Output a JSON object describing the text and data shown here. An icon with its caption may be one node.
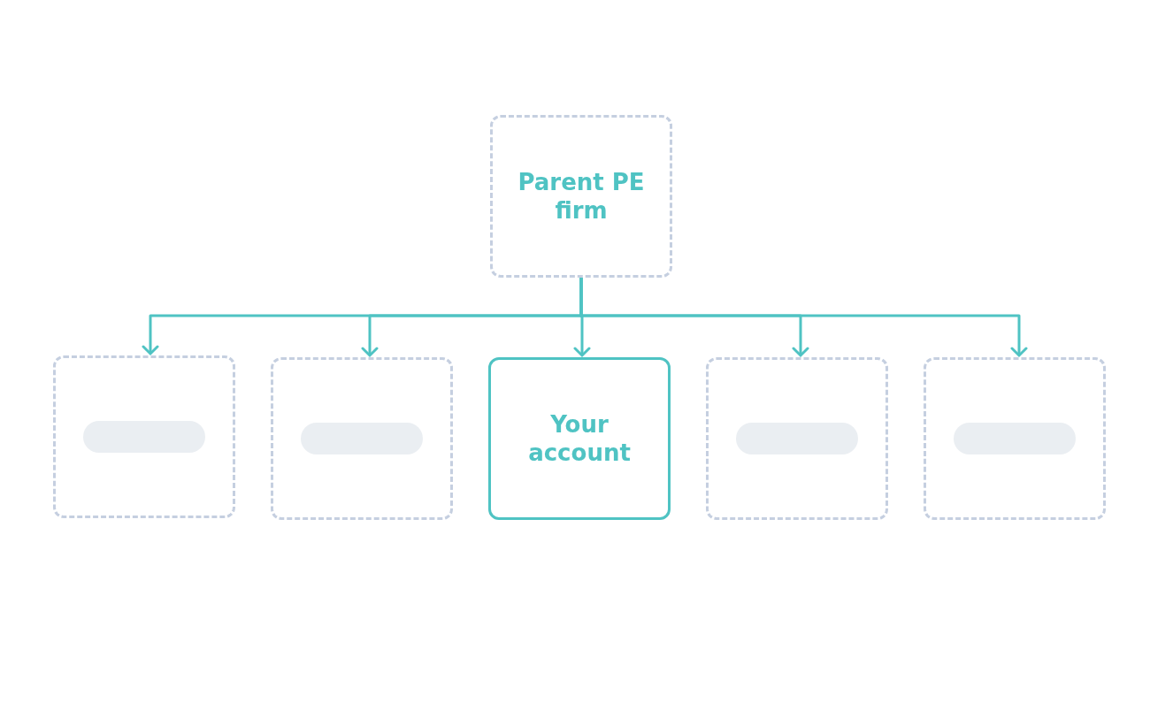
{
  "diagram": {
    "nodes": [
      {
        "text": [
          "Parent PE firm"
        ]
      },
      {
        "text": [],
        "shape": "box"
      },
      {
        "text": [],
        "shape": "box"
      },
      {
        "text": [
          "Your account"
        ]
      },
      {
        "text": [],
        "shape": "box"
      },
      {
        "text": [],
        "shape": "box"
      }
    ],
    "edges": [
      {
        "from": 0,
        "to": 1,
        "arrow": "to"
      },
      {
        "from": 0,
        "to": 2,
        "arrow": "to"
      },
      {
        "from": 0,
        "to": 3,
        "arrow": "to"
      },
      {
        "from": 0,
        "to": 4,
        "arrow": "to"
      },
      {
        "from": 0,
        "to": 5,
        "arrow": "to"
      }
    ]
  }
}
